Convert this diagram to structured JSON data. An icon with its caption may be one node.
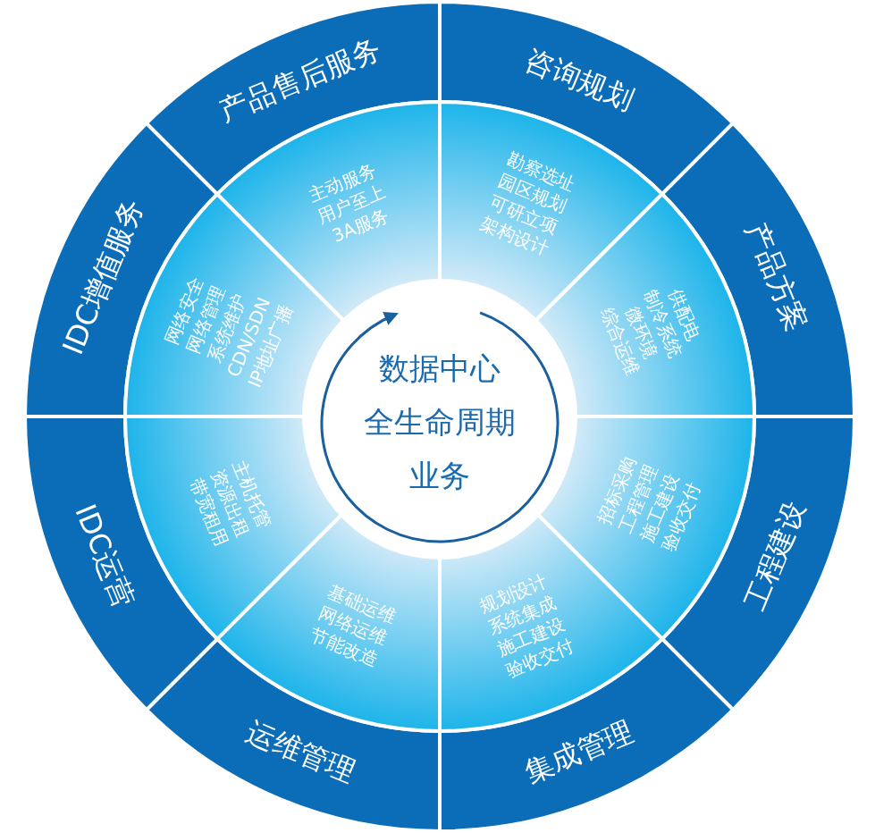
{
  "diagram": {
    "nodes": [
      {
        "text": [
          "数据中心",
          "全生命周期",
          "业务"
        ]
      },
      {
        "text": [
          "咨询规划",
          "勘察选址",
          "园区规划",
          "可研立项",
          "架构设计"
        ]
      },
      {
        "text": [
          "产品方案",
          "供配电",
          "制冷系统",
          "微环境",
          "综合运维"
        ]
      },
      {
        "text": [
          "工程建设",
          "招标采购",
          "工程管理",
          "施工建设",
          "验收交付"
        ]
      },
      {
        "text": [
          "集成管理",
          "规划设计",
          "系统集成",
          "施工建设",
          "验收交付"
        ]
      },
      {
        "text": [
          "运维管理",
          "基础运维",
          "网络运维",
          "节能改造"
        ]
      },
      {
        "text": [
          "IDC运营",
          "主机托管",
          "资源出租",
          "带宽租用"
        ]
      },
      {
        "text": [
          "IDC增值服务",
          "网络安全",
          "网络管理",
          "系统维护",
          "CDN/SDN",
          "IP地址广播"
        ]
      },
      {
        "text": [
          "产品售后服务",
          "主动服务",
          "用户至上",
          "3A服务"
        ]
      }
    ]
  }
}
